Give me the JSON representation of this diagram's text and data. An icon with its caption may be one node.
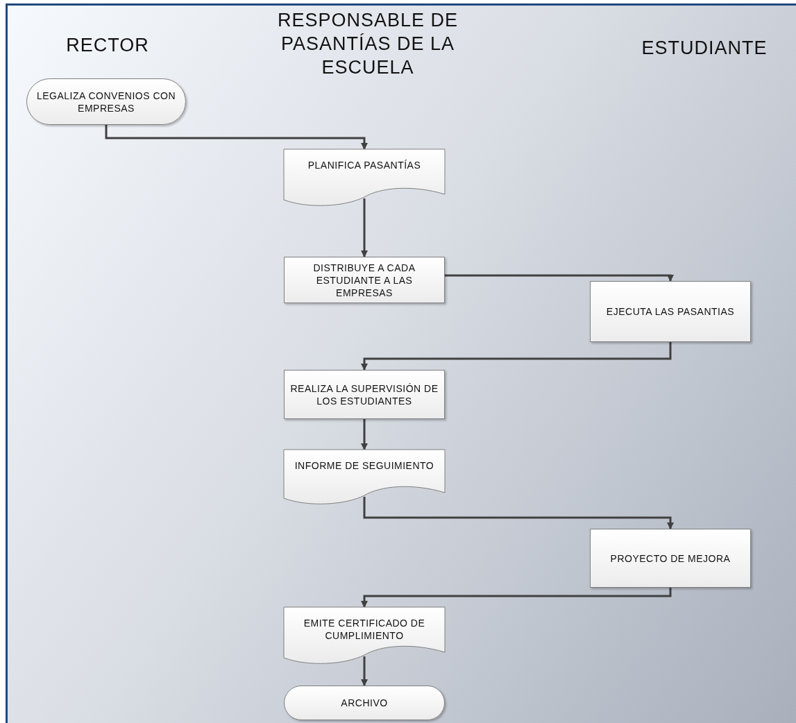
{
  "diagram": {
    "nodes": [
      {
        "text": [
          "LEGALIZA CONVENIOS  CON EMPRESAS"
        ]
      },
      {
        "text": [
          "PLANIFICA PASANTÍAS"
        ]
      },
      {
        "text": [
          "DISTRIBUYE A CADA ESTUDIANTE A LAS EMPRESAS"
        ]
      },
      {
        "text": [
          "EJECUTA LAS PASANTIAS"
        ]
      },
      {
        "text": [
          "REALIZA LA SUPERVISIÓN DE LOS ESTUDIANTES"
        ]
      },
      {
        "text": [
          "INFORME DE SEGUIMIENTO"
        ]
      },
      {
        "text": [
          "PROYECTO DE MEJORA"
        ]
      },
      {
        "text": [
          "EMITE CERTIFICADO DE CUMPLIMIENTO"
        ]
      },
      {
        "text": [
          "ARCHIVO"
        ]
      }
    ],
    "edges": [
      {
        "from": 0,
        "to": 1,
        "arrow": "to"
      },
      {
        "from": 1,
        "to": 2,
        "arrow": "to"
      },
      {
        "from": 2,
        "to": 3,
        "arrow": "to"
      },
      {
        "from": 3,
        "to": 4,
        "arrow": "to"
      },
      {
        "from": 4,
        "to": 5,
        "arrow": "to"
      },
      {
        "from": 5,
        "to": 6,
        "arrow": "to"
      },
      {
        "from": 6,
        "to": 7,
        "arrow": "to"
      },
      {
        "from": 7,
        "to": 8,
        "arrow": "to"
      }
    ],
    "labels": [
      "RECTOR",
      "RESPONSABLE DE PASANTÍAS DE LA ESCUELA",
      "ESTUDIANTE"
    ]
  }
}
